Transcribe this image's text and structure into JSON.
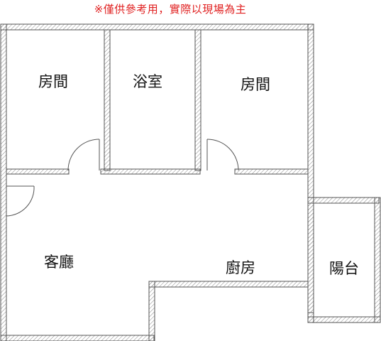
{
  "disclaimer": "※僅供參考用，實際以現場為主",
  "rooms": {
    "bedroom_left": "房間",
    "bathroom": "浴室",
    "bedroom_right": "房間",
    "living_room": "客廳",
    "kitchen": "廚房",
    "balcony": "陽台"
  },
  "colors": {
    "wall_stroke": "#555555",
    "hatch": "#888888",
    "disclaimer": "#e02020"
  }
}
